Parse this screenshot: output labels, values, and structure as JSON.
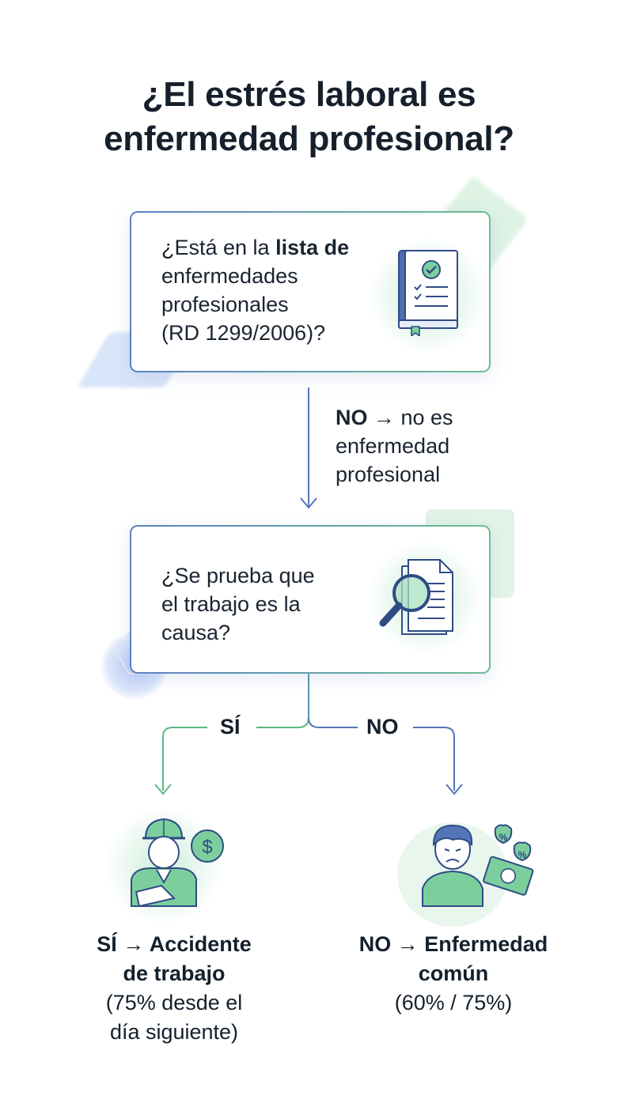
{
  "title": {
    "line1": "¿El estrés laboral es",
    "line2": "enfermedad profesional?"
  },
  "question1": {
    "prefix": "¿Está en la ",
    "bold1": "lista de",
    "bold2": "enfermedades",
    "bold3": "profesionales",
    "suffix": "(RD 1299/2006)?",
    "icon": "book-checklist-icon"
  },
  "no_branch_1": {
    "bold": "NO",
    "text1": " → no es",
    "text2": "enfermedad",
    "text3": "profesional"
  },
  "question2": {
    "line1": "¿Se prueba que",
    "line2": "el trabajo es la",
    "line3": "causa?",
    "icon": "magnifier-document-icon"
  },
  "branches": {
    "yes_label": "SÍ",
    "no_label": "NO"
  },
  "outcome_yes": {
    "line1": "SÍ → Accidente",
    "line2": "de trabajo",
    "line3": "(75% desde el",
    "line4": "día siguiente)",
    "icon": "injured-worker-dollar-icon"
  },
  "outcome_no": {
    "line1": "NO → Enfermedad",
    "line2": "común",
    "line3": "(60% / 75%)",
    "icon": "stressed-person-money-icon"
  },
  "colors": {
    "blue": "#5476b8",
    "green": "#5cb884",
    "text": "#14202c"
  }
}
